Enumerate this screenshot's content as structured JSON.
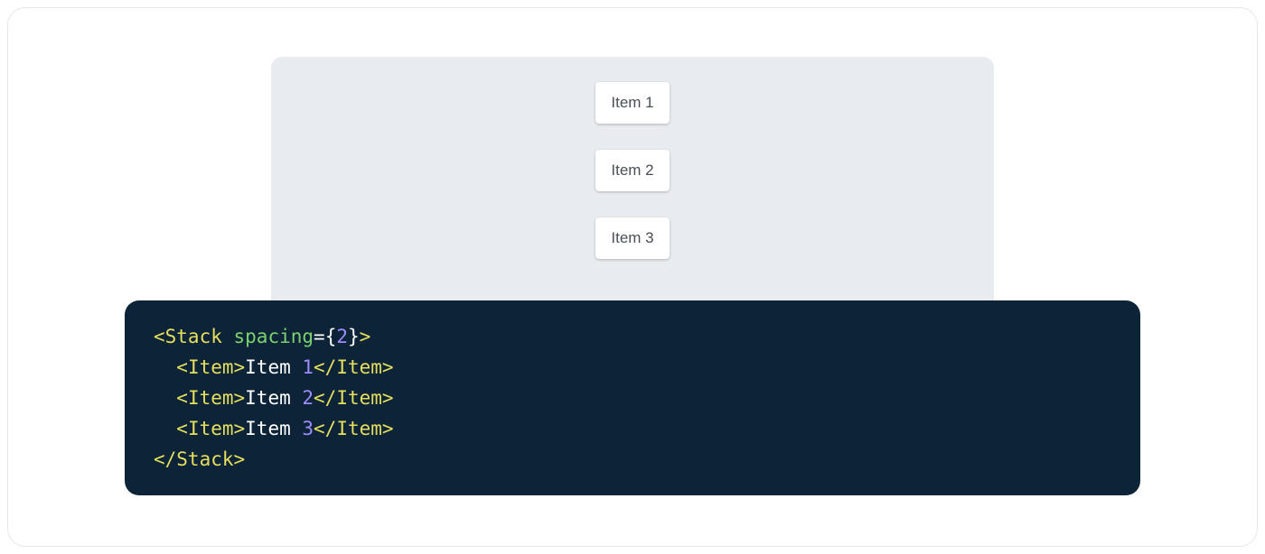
{
  "page": {
    "background": "#ffffff",
    "card_border_color": "#e4e7eb"
  },
  "demo": {
    "panel_background": "#e8ebef",
    "stack_items": [
      {
        "label": "Item 1"
      },
      {
        "label": "Item 2"
      },
      {
        "label": "Item 3"
      }
    ]
  },
  "code_block": {
    "background": "#0d2337",
    "language": "jsx",
    "colors": {
      "tag": "#e5df5e",
      "attr": "#7bd36f",
      "num": "#9d8cff",
      "plain": "#ffffff"
    },
    "source_text": "<Stack spacing={2}>\n  <Item>Item 1</Item>\n  <Item>Item 2</Item>\n  <Item>Item 3</Item>\n</Stack>",
    "lines": [
      [
        {
          "t": "<Stack",
          "c": "tag"
        },
        {
          "t": " ",
          "c": "plain"
        },
        {
          "t": "spacing",
          "c": "attr"
        },
        {
          "t": "=",
          "c": "plain"
        },
        {
          "t": "{",
          "c": "plain"
        },
        {
          "t": "2",
          "c": "num"
        },
        {
          "t": "}",
          "c": "plain"
        },
        {
          "t": ">",
          "c": "tag"
        }
      ],
      [
        {
          "t": "  ",
          "c": "plain"
        },
        {
          "t": "<Item>",
          "c": "tag"
        },
        {
          "t": "Item ",
          "c": "plain"
        },
        {
          "t": "1",
          "c": "num"
        },
        {
          "t": "</Item>",
          "c": "tag"
        }
      ],
      [
        {
          "t": "  ",
          "c": "plain"
        },
        {
          "t": "<Item>",
          "c": "tag"
        },
        {
          "t": "Item ",
          "c": "plain"
        },
        {
          "t": "2",
          "c": "num"
        },
        {
          "t": "</Item>",
          "c": "tag"
        }
      ],
      [
        {
          "t": "  ",
          "c": "plain"
        },
        {
          "t": "<Item>",
          "c": "tag"
        },
        {
          "t": "Item ",
          "c": "plain"
        },
        {
          "t": "3",
          "c": "num"
        },
        {
          "t": "</Item>",
          "c": "tag"
        }
      ],
      [
        {
          "t": "</Stack>",
          "c": "tag"
        }
      ]
    ]
  }
}
